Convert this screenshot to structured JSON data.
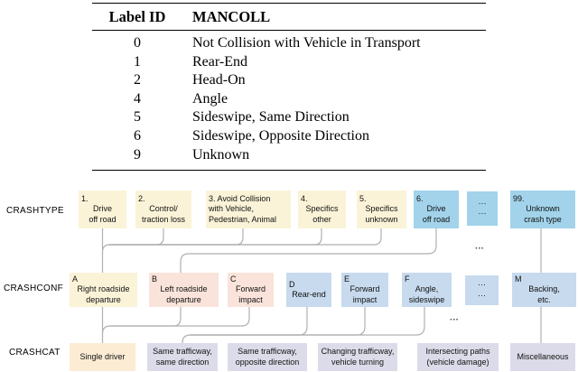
{
  "table": {
    "headers": [
      "Label ID",
      "MANCOLL"
    ],
    "rows": [
      [
        "0",
        "Not Collision with Vehicle in Transport"
      ],
      [
        "1",
        "Rear-End"
      ],
      [
        "2",
        "Head-On"
      ],
      [
        "4",
        "Angle"
      ],
      [
        "5",
        "Sideswipe, Same Direction"
      ],
      [
        "6",
        "Sideswipe, Opposite Direction"
      ],
      [
        "9",
        "Unknown"
      ]
    ]
  },
  "diagram": {
    "row_labels": {
      "crashtype": "CRASHTYPE",
      "crashconf": "CRASHCONF",
      "crashcat": "CRASHCAT"
    },
    "crashtype": [
      {
        "num": "1.",
        "label": "Drive\noff road"
      },
      {
        "num": "2.",
        "label": "Control/\ntraction loss"
      },
      {
        "num": "",
        "label": "3. Avoid Collision\nwith Vehicle,\nPedestrian, Animal"
      },
      {
        "num": "4.",
        "label": "Specifics\nother"
      },
      {
        "num": "5.",
        "label": "Specifics\nunknown"
      },
      {
        "num": "6.",
        "label": "Drive\noff road"
      },
      {
        "num": "",
        "label": "···\n···"
      },
      {
        "num": "99.",
        "label": "Unknown\ncrash type"
      }
    ],
    "crashconf": [
      {
        "num": "A",
        "label": "Right roadside\ndeparture"
      },
      {
        "num": "B",
        "label": "Left roadside\ndeparture"
      },
      {
        "num": "C",
        "label": "Forward\nimpact"
      },
      {
        "num": "D",
        "label": "Rear-end"
      },
      {
        "num": "E",
        "label": "Forward\nimpact"
      },
      {
        "num": "F",
        "label": "Angle,\nsideswipe"
      },
      {
        "num": "",
        "label": "···\n···"
      },
      {
        "num": "M",
        "label": "Backing,\netc."
      }
    ],
    "crashcat": [
      {
        "label": "Single driver"
      },
      {
        "label": "Same trafficway,\nsame direction"
      },
      {
        "label": "Same trafficway,\nopposite direction"
      },
      {
        "label": "Changing trafficway,\nvehicle turning"
      },
      {
        "label": "Intersecting paths\n(vehicle damage)"
      },
      {
        "label": "Miscellaneous"
      }
    ],
    "ellipsis": {
      "between_type_conf": "···",
      "between_conf_cat": "···"
    },
    "colors": {
      "cream": "#fbf3d8",
      "sky_blue": "#a2d3ea",
      "peach": "#fae3da",
      "periwinkle": "#c7daee",
      "peach_cream": "#fcecd4",
      "lavender": "#dcdbe9",
      "connector": "#b0b0b0"
    }
  }
}
